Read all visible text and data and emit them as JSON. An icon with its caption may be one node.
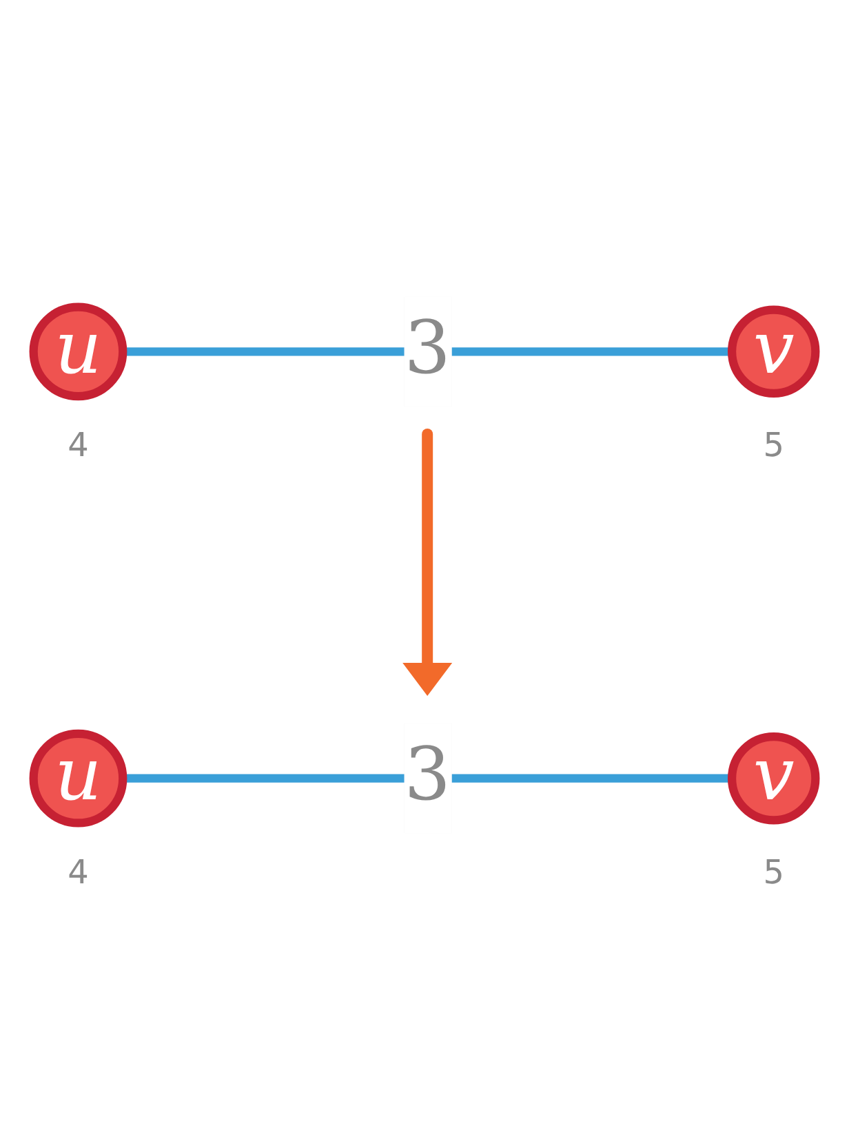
{
  "diagram": {
    "nodes": [
      {
        "text": [
          "u"
        ],
        "beside": [
          "4"
        ]
      },
      {
        "text": [
          "v"
        ],
        "beside": [
          "5"
        ]
      },
      {
        "text": [
          "u"
        ],
        "beside": [
          "4"
        ]
      },
      {
        "text": [
          "v"
        ],
        "beside": [
          "5"
        ]
      }
    ],
    "edges": [
      {
        "from": 0,
        "to": 1,
        "arrow": "none",
        "label": "3",
        "color": "#3a9fd8"
      },
      {
        "from": 2,
        "to": 3,
        "arrow": "none",
        "label": "3",
        "color": "#3a9fd8"
      }
    ]
  }
}
